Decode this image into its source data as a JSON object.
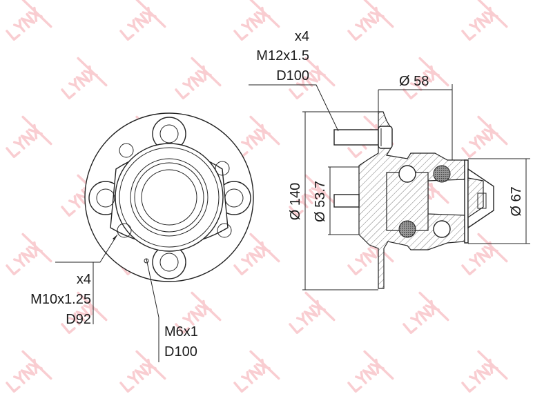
{
  "watermark": {
    "text": "LYNX",
    "color": "#f9cdd1"
  },
  "annotations": {
    "stud_count": "x4",
    "stud_thread": "M12x1.5",
    "stud_pcd": "D100",
    "bolt_count": "x4",
    "bolt_thread": "M10x1.25",
    "bolt_pcd": "D92",
    "screw_thread": "M6x1",
    "screw_pcd": "D100"
  },
  "dimensions": {
    "width_58": "Ø 58",
    "flange_140": "Ø 140",
    "pilot_53_7": "Ø 53.7",
    "bearing_67": "Ø 67"
  }
}
